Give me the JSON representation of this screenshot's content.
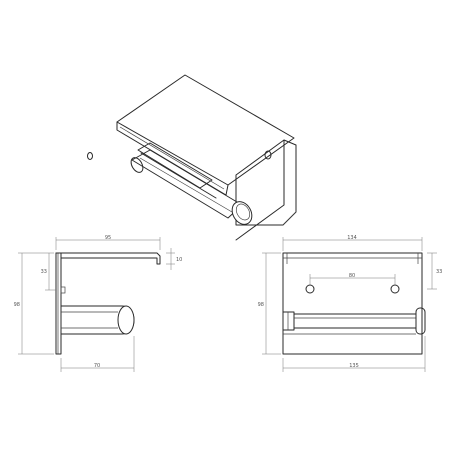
{
  "views": {
    "isometric": {
      "name": "isometric-view"
    },
    "side": {
      "name": "side-view",
      "dimensions": {
        "top_width": "95",
        "lip_height": "10",
        "bracket_offset": "33",
        "overall_height": "98",
        "arm_depth": "70"
      }
    },
    "front": {
      "name": "front-view",
      "dimensions": {
        "overall_width_top": "134",
        "hole_spacing": "80",
        "hole_offset": "33",
        "overall_height": "98",
        "overall_width_bottom": "135"
      }
    }
  }
}
